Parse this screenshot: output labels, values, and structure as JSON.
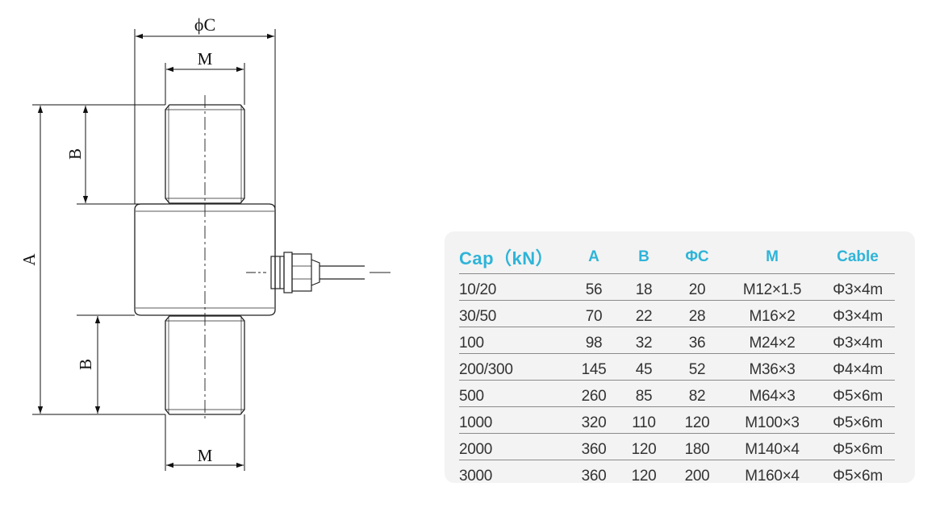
{
  "drawing": {
    "labels": {
      "phi_c": "ϕC",
      "m_top": "M",
      "b_top": "B",
      "a": "A",
      "b_bottom": "B",
      "m_bottom": "M"
    }
  },
  "spec_table": {
    "headers": [
      "Cap（kN）",
      "A",
      "B",
      "ΦC",
      "M",
      "Cable"
    ],
    "rows": [
      [
        "10/20",
        "56",
        "18",
        "20",
        "M12×1.5",
        "Φ3×4m"
      ],
      [
        "30/50",
        "70",
        "22",
        "28",
        "M16×2",
        "Φ3×4m"
      ],
      [
        "100",
        "98",
        "32",
        "36",
        "M24×2",
        "Φ3×4m"
      ],
      [
        "200/300",
        "145",
        "45",
        "52",
        "M36×3",
        "Φ4×4m"
      ],
      [
        "500",
        "260",
        "85",
        "82",
        "M64×3",
        "Φ5×6m"
      ],
      [
        "1000",
        "320",
        "110",
        "120",
        "M100×3",
        "Φ5×6m"
      ],
      [
        "2000",
        "360",
        "120",
        "180",
        "M140×4",
        "Φ5×6m"
      ],
      [
        "3000",
        "360",
        "120",
        "200",
        "M160×4",
        "Φ5×6m"
      ]
    ],
    "colors": {
      "header": "#2fb4d8",
      "panel": "#f3f3f3"
    }
  }
}
